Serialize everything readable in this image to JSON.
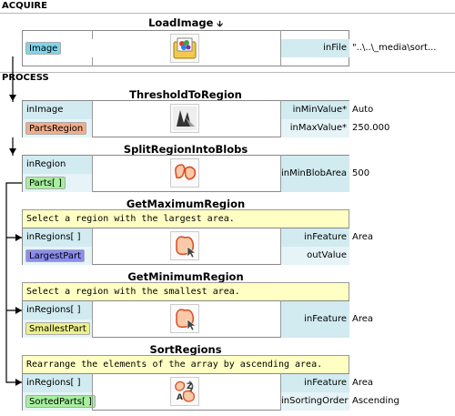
{
  "sections": {
    "acquire": "ACQUIRE",
    "process": "PROCESS"
  },
  "nodes": {
    "load_image": {
      "title": "LoadImage",
      "title_mark": "🡫",
      "output": "Image",
      "param": "inFile",
      "value": "\"..\\..\\_media\\sort...",
      "icon": "load-image-icon"
    },
    "threshold": {
      "title": "ThresholdToRegion",
      "input": "inImage",
      "output": "PartsRegion",
      "params": [
        "inMinValue*",
        "inMaxValue*"
      ],
      "values": [
        "Auto",
        "250.000"
      ],
      "icon": "threshold-icon"
    },
    "split": {
      "title": "SplitRegionIntoBlobs",
      "input": "inRegion",
      "output": "Parts[ ]",
      "param": "inMinBlobArea",
      "value": "500",
      "icon": "split-region-icon"
    },
    "get_max": {
      "title": "GetMaximumRegion",
      "comment": "Select a region with the largest area.",
      "input": "inRegions[ ]",
      "output": "LargestPart",
      "params": [
        "inFeature",
        "outValue"
      ],
      "value": "Area",
      "icon": "region-cursor-icon"
    },
    "get_min": {
      "title": "GetMinimumRegion",
      "comment": "Select a region with the smallest area.",
      "input": "inRegions[ ]",
      "output": "SmallestPart",
      "param": "inFeature",
      "value": "Area",
      "icon": "region-cursor-icon"
    },
    "sort": {
      "title": "SortRegions",
      "comment": "Rearrange the elements of the array by ascending area.",
      "input": "inRegions[ ]",
      "output": "SortedParts[ ]",
      "params": [
        "inFeature",
        "inSortingOrder"
      ],
      "values": [
        "Area",
        "Ascending"
      ],
      "icon": "sort-regions-icon"
    }
  },
  "colors": {
    "port_dark": "#d1ebf0",
    "port_light": "#e6f4f7",
    "comment_bg": "#ffffc4",
    "image_pill": "#7fd5ea",
    "region_pill": "#f3ad8a",
    "array_pill": "#a6ef9d",
    "largest_pill": "#8c8cf0",
    "smallest_pill": "#edf08c"
  }
}
